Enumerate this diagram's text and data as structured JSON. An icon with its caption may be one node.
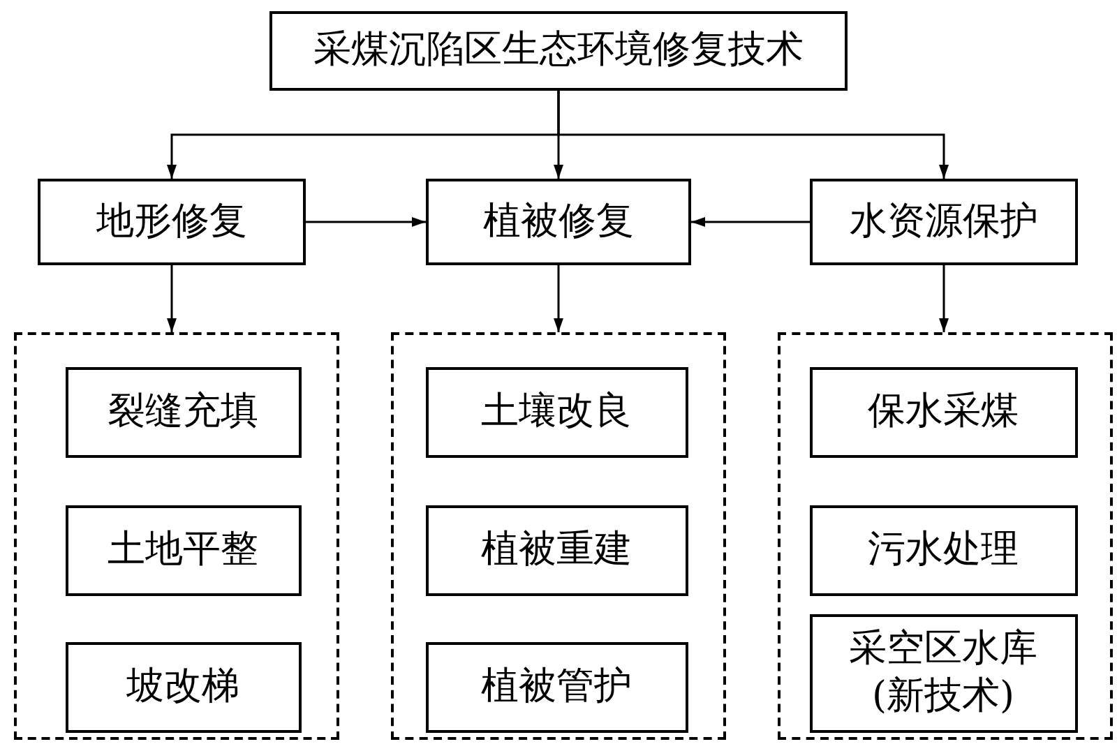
{
  "diagram": {
    "nodes": [
      {
        "text": [
          "采煤沉陷区生态环境修复技术"
        ]
      },
      {
        "text": [
          "地形修复"
        ]
      },
      {
        "text": [
          "植被修复"
        ]
      },
      {
        "text": [
          "水资源保护"
        ]
      },
      {
        "text": [],
        "shape": "box"
      },
      {
        "text": [
          "裂缝充填"
        ],
        "in": 4
      },
      {
        "text": [
          "土地平整"
        ],
        "in": 4
      },
      {
        "text": [
          "坡改梯"
        ],
        "in": 4
      },
      {
        "text": [],
        "shape": "box"
      },
      {
        "text": [
          "土壤改良"
        ],
        "in": 8
      },
      {
        "text": [
          "植被重建"
        ],
        "in": 8
      },
      {
        "text": [
          "植被管护"
        ],
        "in": 8
      },
      {
        "text": [],
        "shape": "box"
      },
      {
        "text": [
          "保水采煤"
        ],
        "in": 12
      },
      {
        "text": [
          "污水处理"
        ],
        "in": 12
      },
      {
        "text": [
          "采空区水库(新技术)"
        ],
        "in": 12
      }
    ],
    "edges": [
      {
        "from": 0,
        "to": 1,
        "arrow": "to"
      },
      {
        "from": 0,
        "to": 2,
        "arrow": "to"
      },
      {
        "from": 0,
        "to": 3,
        "arrow": "to"
      },
      {
        "from": 1,
        "to": 2,
        "arrow": "to"
      },
      {
        "from": 3,
        "to": 2,
        "arrow": "to"
      },
      {
        "from": 1,
        "to": 4,
        "arrow": "to"
      },
      {
        "from": 2,
        "to": 8,
        "arrow": "to"
      },
      {
        "from": 3,
        "to": 12,
        "arrow": "to"
      }
    ]
  }
}
